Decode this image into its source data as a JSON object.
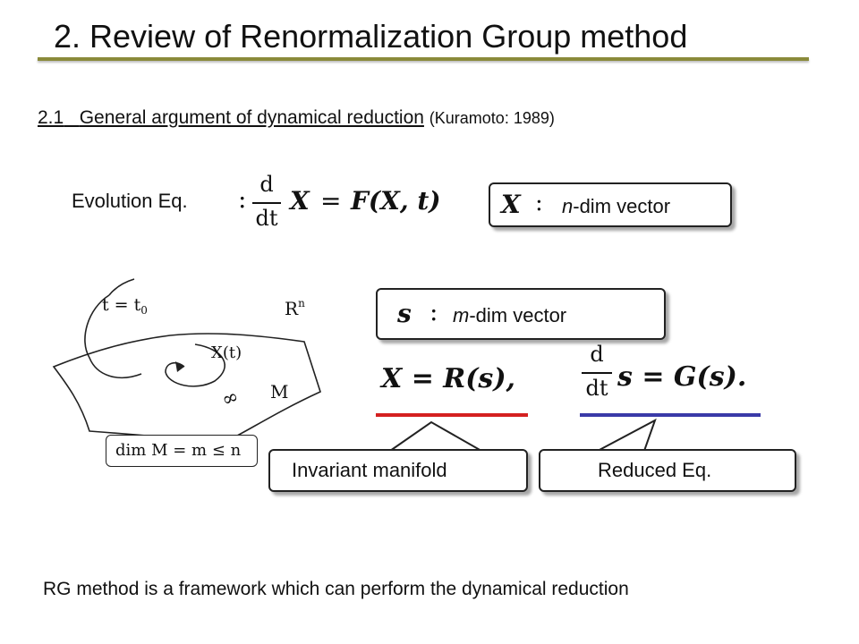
{
  "slide": {
    "title": "2. Review of Renormalization Group method",
    "section_number": "2.1",
    "section_title": "General argument of dynamical reduction",
    "citation": "(Kuramoto: 1989)",
    "evolution_label": "Evolution Eq.",
    "evolution_equation": {
      "colon": ":",
      "d_num": "d",
      "d_den": "dt",
      "lhs_var": "X",
      "equals": "=",
      "rhs": "F(X, t)"
    },
    "x_box": {
      "var": "X",
      "colon": ":",
      "italic_part": "n",
      "text": "-dim vector"
    },
    "s_box": {
      "var": "s",
      "colon": ":",
      "italic_part": "m",
      "text": "-dim vector"
    },
    "manifold_equation": "X = R(s),",
    "reduced_equation": {
      "d_num": "d",
      "d_den": "dt",
      "rest": "s = G(s)."
    },
    "invariant_label": "Invariant manifold",
    "reduced_label": "Reduced Eq.",
    "figure": {
      "t_label": "t = t",
      "t_sub": "0",
      "rn_label": "R",
      "rn_sup": "n",
      "xt_label": "X(t)",
      "infinity": "∞",
      "m_label": "M",
      "dim_label": "dim M = m ≤ n"
    },
    "bottom_text": "RG method is a framework which can perform the dynamical reduction",
    "colors": {
      "rule": "#8a8a3a",
      "red_underline": "#d42020",
      "blue_underline": "#3a3aa8"
    }
  }
}
